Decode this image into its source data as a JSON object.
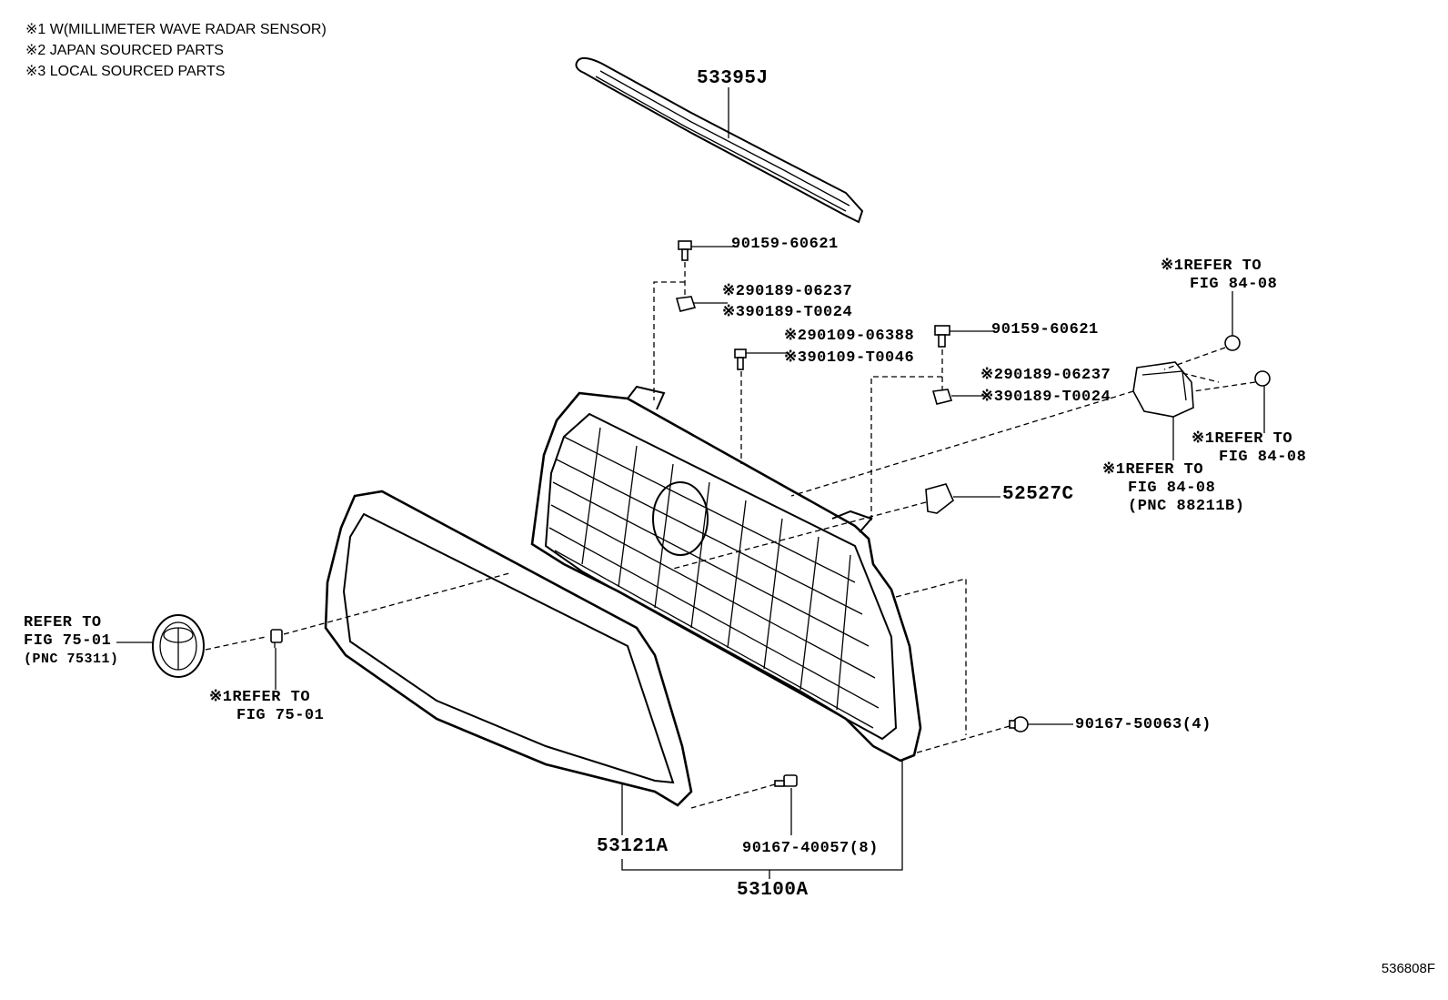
{
  "notes": [
    "※1 W(MILLIMETER WAVE RADAR SENSOR)",
    "※2 JAPAN SOURCED PARTS",
    "※3 LOCAL SOURCED PARTS"
  ],
  "callouts": {
    "molding": "53395J",
    "bolt_top_left": "90159-60621",
    "nut_left_1": "※290189-06237",
    "nut_left_2": "※390189-T0024",
    "bolt_center_1": "※290109-06388",
    "bolt_center_2": "※390109-T0046",
    "bolt_top_right": "90159-60621",
    "nut_right_1": "※290189-06237",
    "nut_right_2": "※390189-T0024",
    "bracket": "52527C",
    "radar_refer_top_1": "※1REFER TO",
    "radar_refer_top_2": "FIG 84-08",
    "radar_refer_right_1": "※1REFER TO",
    "radar_refer_right_2": "FIG 84-08",
    "radar_refer_left_1": "※1REFER TO",
    "radar_refer_left_2": "FIG 84-08",
    "radar_refer_left_3": "(PNC 88211B)",
    "emblem_refer_1": "REFER TO",
    "emblem_refer_2": "FIG 75-01",
    "emblem_refer_3": "(PNC 75311)",
    "emblem_clip_refer_1": "※1REFER TO",
    "emblem_clip_refer_2": "FIG 75-01",
    "clip_side": "90167-50063(4)",
    "surround": "53121A",
    "clip_bottom": "90167-40057(8)",
    "assembly": "53100A"
  },
  "diagram_code": "536808F"
}
